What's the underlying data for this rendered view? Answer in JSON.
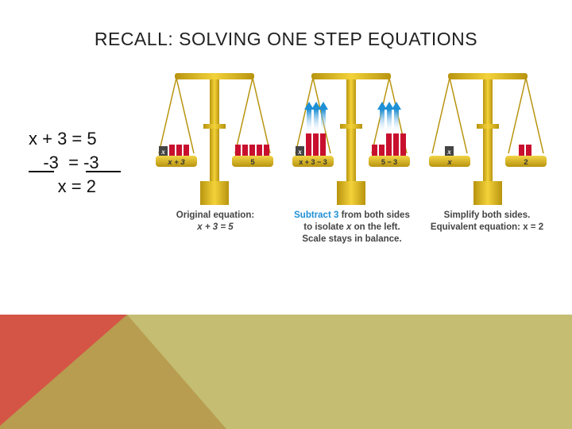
{
  "slide": {
    "title": "RECALL: SOLVING ONE STEP EQUATIONS",
    "work_lines": [
      "x + 3 = 5",
      "   -3  = -3",
      "      x = 2"
    ]
  },
  "scales": [
    {
      "left_label": "x + 3",
      "right_label": "5",
      "caption_1": "Original equation:",
      "caption_2": "x + 3 = 5"
    },
    {
      "left_label": "x + 3 − 3",
      "right_label": "5 − 3",
      "caption_hl": "Subtract 3",
      "caption_1_rest": " from both sides",
      "caption_2a": "to isolate ",
      "caption_2_var": "x",
      "caption_2b": " on the left.",
      "caption_3": "Scale stays in balance."
    },
    {
      "left_label": "x",
      "right_label": "2",
      "caption_1": "Simplify both sides.",
      "caption_2": "Equivalent equation:  x = 2"
    }
  ],
  "colors": {
    "gold": "#d9b51a",
    "gold_dark": "#a8860c",
    "weight_red": "#c8102e",
    "arrow_blue": "#1e90d6",
    "footer_red": "#d45545",
    "footer_gold": "#b89d50",
    "footer_olive": "#c4bd72"
  }
}
